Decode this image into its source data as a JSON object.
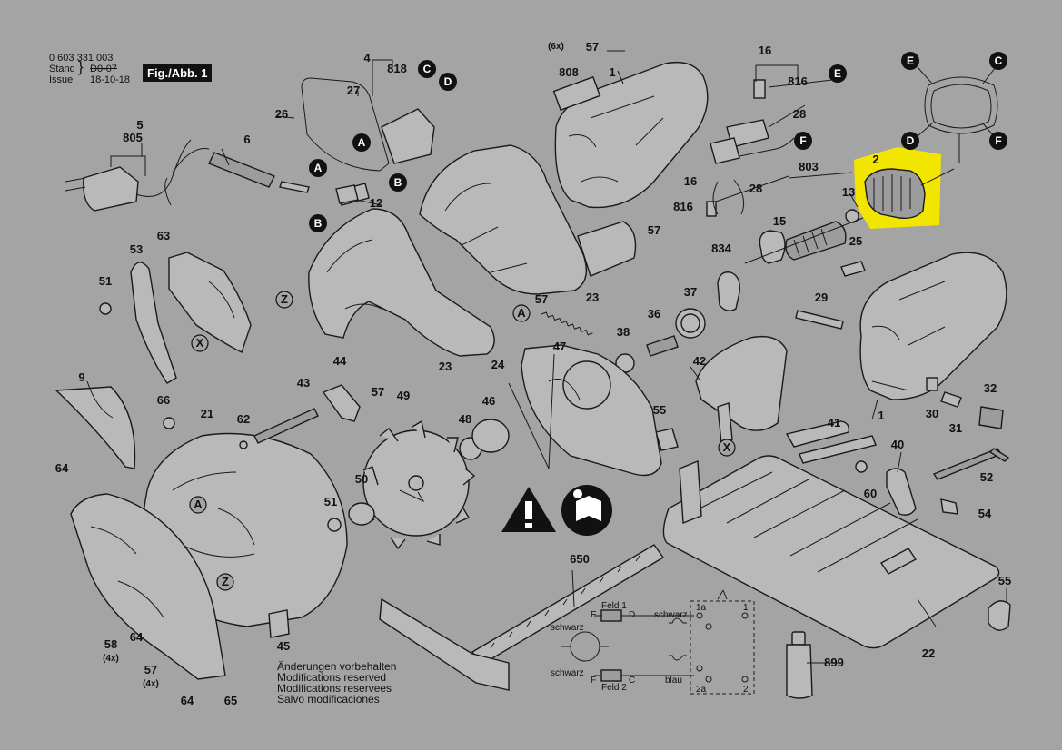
{
  "header": {
    "doc_number": "0 603 331 003",
    "stand_label": "Stand",
    "stand_old": "D0-07",
    "issue_label": "Issue",
    "issue_date": "18-10-18",
    "figure_label": "Fig./Abb. 1"
  },
  "notes": [
    "Änderungen vorbehalten",
    "Modifications reserved",
    "Modifications reservees",
    "Salvo modificaciones"
  ],
  "callouts": {
    "c1": "1",
    "c2": "2",
    "c4": "4",
    "c5": "5",
    "c6": "6",
    "c9": "9",
    "c12": "12",
    "c13": "13",
    "c15": "15",
    "c16": "16",
    "c21": "21",
    "c22": "22",
    "c23": "23",
    "c24": "24",
    "c25": "25",
    "c26": "26",
    "c27": "27",
    "c28": "28",
    "c29": "29",
    "c30": "30",
    "c31": "31",
    "c32": "32",
    "c36": "36",
    "c37": "37",
    "c38": "38",
    "c40": "40",
    "c41": "41",
    "c42": "42",
    "c43": "43",
    "c44": "44",
    "c45": "45",
    "c46": "46",
    "c47": "47",
    "c48": "48",
    "c49": "49",
    "c50": "50",
    "c51": "51",
    "c52": "52",
    "c53": "53",
    "c54": "54",
    "c55": "55",
    "c57": "57",
    "c58": "58",
    "c60": "60",
    "c62": "62",
    "c63": "63",
    "c64": "64",
    "c65": "65",
    "c66": "66",
    "c650": "650",
    "c803": "803",
    "c805": "805",
    "c808": "808",
    "c816": "816",
    "c818": "818",
    "c834": "834",
    "c899": "899",
    "qty4": "(4x)",
    "qty6": "(6x)"
  },
  "markers": {
    "A": "A",
    "B": "B",
    "C": "C",
    "D": "D",
    "E": "E",
    "F": "F",
    "X": "X",
    "Z": "Z"
  },
  "wiring": {
    "feld1": "Feld 1",
    "feld2": "Feld 2",
    "schwarz": "schwarz",
    "blau": "blau",
    "E": "E",
    "D": "D",
    "F": "F",
    "C": "C",
    "t1a": "1a",
    "t2a": "2a",
    "t1": "1",
    "t2": "2"
  },
  "colors": {
    "background": "#a4a4a4",
    "highlight": "#f2e600",
    "ink": "#111111"
  },
  "icons": [
    "warning-triangle-icon",
    "read-manual-icon"
  ]
}
